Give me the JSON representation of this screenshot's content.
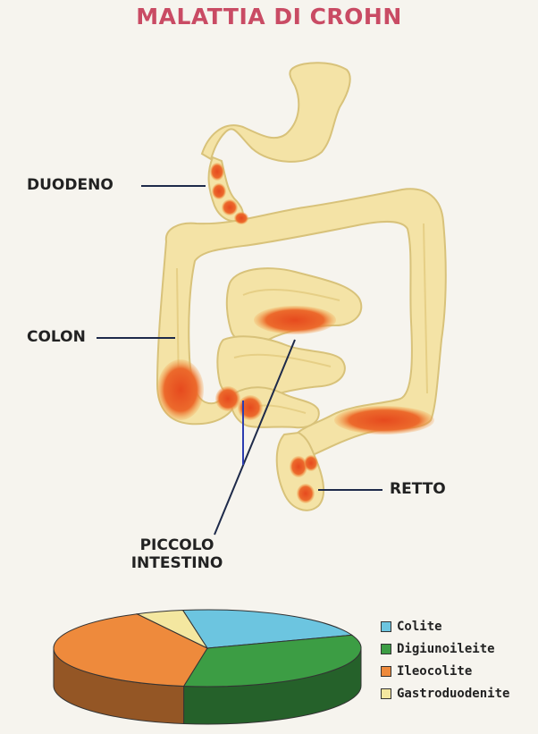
{
  "title": "MALATTIA DI CROHN",
  "labels": {
    "duodeno": "DUODENO",
    "colon": "COLON",
    "retto": "RETTO",
    "piccolo_line1": "PICCOLO",
    "piccolo_line2": "INTESTINO"
  },
  "colors": {
    "title": "#c94b64",
    "intestine": "#f4e3a6",
    "intestine_outline": "#d8c27a",
    "inflammation": "#e8502a"
  },
  "chart_data": {
    "type": "pie",
    "categories": [
      "Colite",
      "Digiunoileite",
      "Ileocolite",
      "Gastroduodenite"
    ],
    "values": [
      22,
      33,
      40,
      5
    ],
    "colors": [
      "#6cc5e0",
      "#3c9d44",
      "#ee8a3c",
      "#f4e7a0"
    ]
  }
}
